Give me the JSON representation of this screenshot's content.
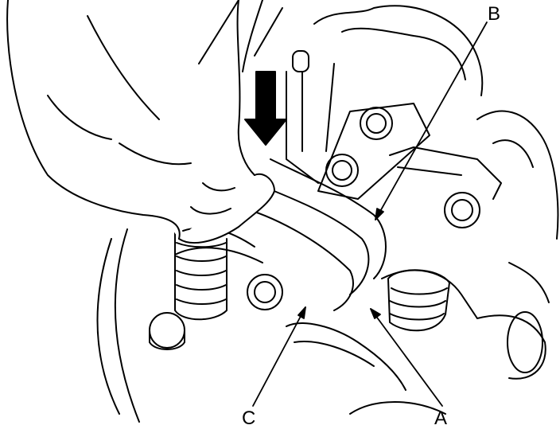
{
  "callouts": {
    "a": "A",
    "b": "B",
    "c": "C"
  },
  "colors": {
    "line": "#000000",
    "paper": "#ffffff"
  },
  "icons": {
    "press_direction": "down-arrow-icon"
  }
}
